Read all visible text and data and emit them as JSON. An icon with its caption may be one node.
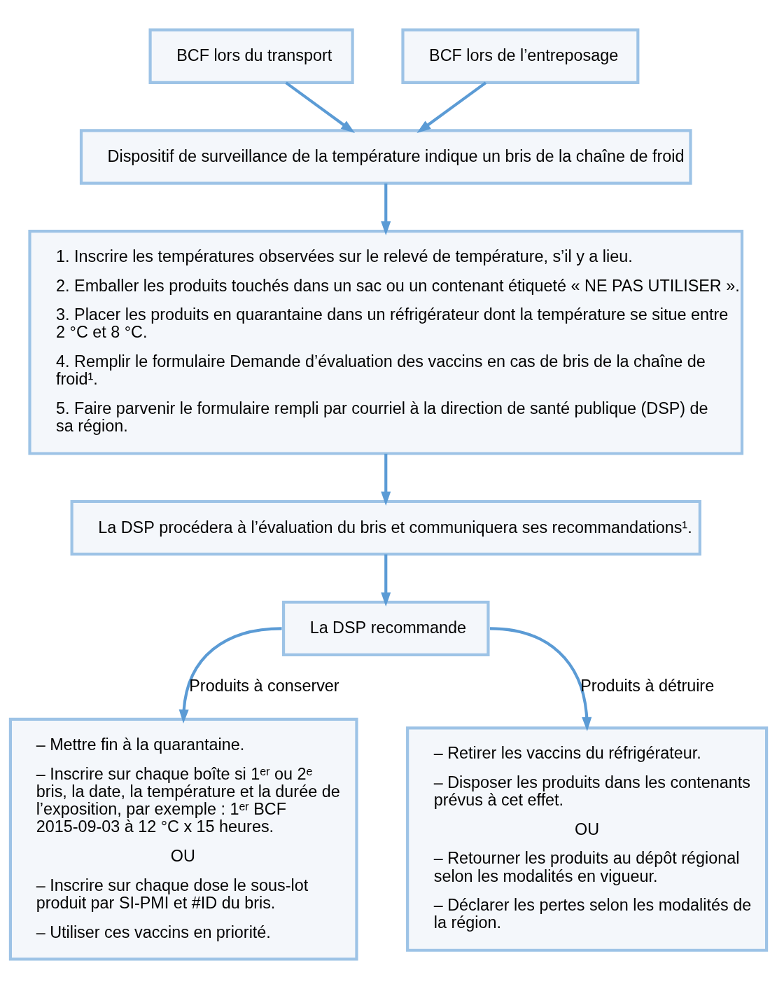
{
  "diagram": {
    "nodes": [
      {
        "text": [
          "BCF lors du transport"
        ]
      },
      {
        "text": [
          "BCF lors de l’entreposage"
        ]
      },
      {
        "text": [
          "Dispositif de surveillance de la température indique un bris de la chaîne de froid"
        ]
      },
      {
        "text": [
          "1. Inscrire les températures observées sur le relevé de température, s’il y a lieu.",
          "2. Emballer les produits touchés dans un sac ou un contenant étiqueté « NE PAS UTILISER ».",
          "3. Placer les produits en quarantaine dans un réfrigérateur dont la température se situe entre 2 °C et 8 °C.",
          "4. Remplir le formulaire Demande d’évaluation des vaccins en cas de bris de la chaîne de froid¹.",
          "5. Faire parvenir le formulaire rempli par courriel à la direction de santé publique (DSP) de sa région."
        ]
      },
      {
        "text": [
          "La DSP procédera à l’évaluation du bris et communiquera ses recommandations¹."
        ]
      },
      {
        "text": [
          "La DSP recommande"
        ]
      },
      {
        "text": [
          "– Mettre fin à la quarantaine.",
          "– Inscrire sur chaque boîte si 1ᵉʳ ou 2ᵉ bris, la date, la température et la durée de l’exposition, par exemple : 1ᵉʳ BCF 2015-09-03 à 12 °C x 15 heures.",
          "OU",
          "– Inscrire sur chaque dose le sous-lot produit par SI-PMI et #ID du bris.",
          "– Utiliser ces vaccins en priorité."
        ]
      },
      {
        "text": [
          "– Retirer les vaccins du réfrigérateur.",
          "– Disposer les produits dans les contenants prévus à cet effet.",
          "OU",
          "– Retourner les produits au dépôt régional selon les modalités en vigueur.",
          "– Déclarer les pertes selon les modalités de la région."
        ]
      }
    ],
    "edges": [
      {
        "from": 0,
        "to": 2,
        "arrow": "to"
      },
      {
        "from": 1,
        "to": 2,
        "arrow": "to"
      },
      {
        "from": 2,
        "to": 3,
        "arrow": "to"
      },
      {
        "from": 3,
        "to": 4,
        "arrow": "to"
      },
      {
        "from": 4,
        "to": 5,
        "arrow": "to"
      },
      {
        "from": 5,
        "to": 6,
        "label": "Produits à conserver",
        "arrow": "to"
      },
      {
        "from": 5,
        "to": 7,
        "label": "Produits à détruire",
        "arrow": "to"
      }
    ]
  }
}
